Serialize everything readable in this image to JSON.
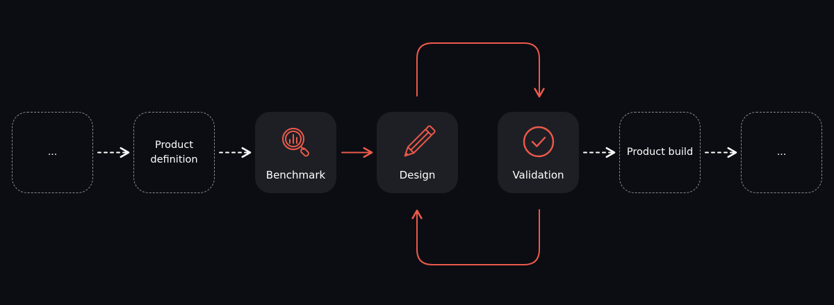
{
  "diagram": {
    "background": "#0b0d13",
    "accent_color": "#ee5a4a",
    "dashed_border_color": "#8b8d93",
    "solid_box_color": "#1e1f25",
    "nodes": [
      {
        "id": "start",
        "label": "...",
        "style": "dashed",
        "icon": ""
      },
      {
        "id": "product-definition",
        "label": "Product definition",
        "style": "dashed",
        "icon": ""
      },
      {
        "id": "benchmark",
        "label": "Benchmark",
        "style": "solid",
        "icon": "magnifier-chart-icon"
      },
      {
        "id": "design",
        "label": "Design",
        "style": "solid",
        "icon": "pencil-icon"
      },
      {
        "id": "validation",
        "label": "Validation",
        "style": "solid",
        "icon": "check-circle-icon"
      },
      {
        "id": "product-build",
        "label": "Product build",
        "style": "dashed",
        "icon": ""
      },
      {
        "id": "end",
        "label": "...",
        "style": "dashed",
        "icon": ""
      }
    ],
    "edges": [
      {
        "from": "start",
        "to": "product-definition",
        "style": "dashed-white"
      },
      {
        "from": "product-definition",
        "to": "benchmark",
        "style": "dashed-white"
      },
      {
        "from": "benchmark",
        "to": "design",
        "style": "solid-accent"
      },
      {
        "from": "design",
        "to": "validation",
        "style": "loop-accent-top"
      },
      {
        "from": "validation",
        "to": "design",
        "style": "loop-accent-bottom"
      },
      {
        "from": "validation",
        "to": "product-build",
        "style": "dashed-white"
      },
      {
        "from": "product-build",
        "to": "end",
        "style": "dashed-white"
      }
    ]
  }
}
